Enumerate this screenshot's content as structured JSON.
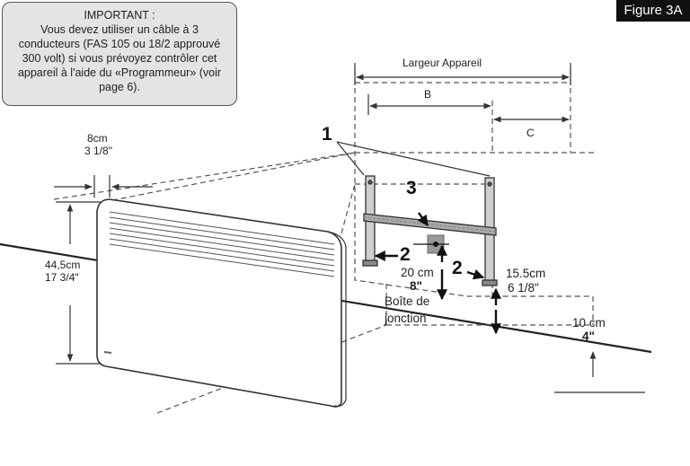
{
  "note": {
    "title": "IMPORTANT :",
    "lines": [
      "Vous devez utiliser un câble à 3",
      "conducteurs (FAS 105 ou 18/2 approuvé",
      "300 volt) si vous prévoyez contrôler cet",
      "appareil à l'aide du «Programmeur» (voir",
      "page 6)."
    ]
  },
  "figure_label": "Figure 3A",
  "dimensions": {
    "width_label": "Largeur Appareil",
    "b_label": "B",
    "c_label": "C",
    "top_gap_cm": "8cm",
    "top_gap_in": "3 1/8\"",
    "height_cm": "44,5cm",
    "height_in": "17 3/4\"",
    "box_height_cm": "20 cm",
    "box_height_in": "8\"",
    "bracket_height_cm": "15.5cm",
    "bracket_height_in": "6 1/8\"",
    "floor_gap_cm": "10 cm",
    "floor_gap_in": "4\""
  },
  "callouts": {
    "one": "1",
    "two_left": "2",
    "two_right": "2",
    "three": "3"
  },
  "junction": {
    "line1": "Boîte de",
    "line2": "jonction"
  }
}
